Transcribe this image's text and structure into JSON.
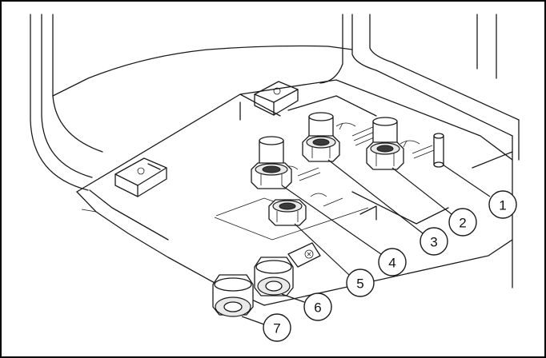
{
  "callouts": [
    {
      "id": "1",
      "label": "1"
    },
    {
      "id": "2",
      "label": "2"
    },
    {
      "id": "3",
      "label": "3"
    },
    {
      "id": "4",
      "label": "4"
    },
    {
      "id": "5",
      "label": "5"
    },
    {
      "id": "6",
      "label": "6"
    },
    {
      "id": "7",
      "label": "7"
    }
  ],
  "colors": {
    "line": "#1a1a1a",
    "fill_light": "#e9e9e9",
    "frame": "#000000"
  }
}
